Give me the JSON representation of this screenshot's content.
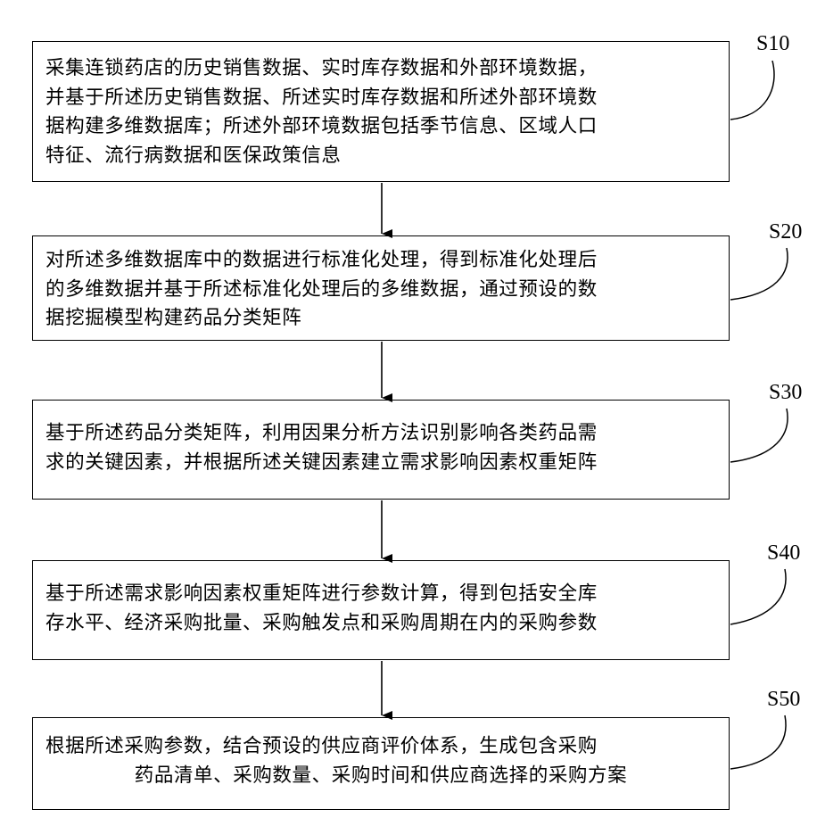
{
  "steps": [
    {
      "label": "S10",
      "lines": [
        "采集连锁药店的历史销售数据、实时库存数据和外部环境数据，",
        "并基于所述历史销售数据、所述实时库存数据和所述外部环境数",
        "据构建多维数据库；所述外部环境数据包括季节信息、区域人口",
        "特征、流行病数据和医保政策信息"
      ]
    },
    {
      "label": "S20",
      "lines": [
        "对所述多维数据库中的数据进行标准化处理，得到标准化处理后",
        "的多维数据并基于所述标准化处理后的多维数据，通过预设的数",
        "据挖掘模型构建药品分类矩阵"
      ]
    },
    {
      "label": "S30",
      "lines": [
        "基于所述药品分类矩阵，利用因果分析方法识别影响各类药品需",
        "求的关键因素，并根据所述关键因素建立需求影响因素权重矩阵"
      ]
    },
    {
      "label": "S40",
      "lines": [
        "基于所述需求影响因素权重矩阵进行参数计算，得到包括安全库",
        "存水平、经济采购批量、采购触发点和采购周期在内的采购参数"
      ]
    },
    {
      "label": "S50",
      "lines": [
        "根据所述采购参数，结合预设的供应商评价体系，生成包含采购",
        "药品清单、采购数量、采购时间和供应商选择的采购方案"
      ]
    }
  ]
}
